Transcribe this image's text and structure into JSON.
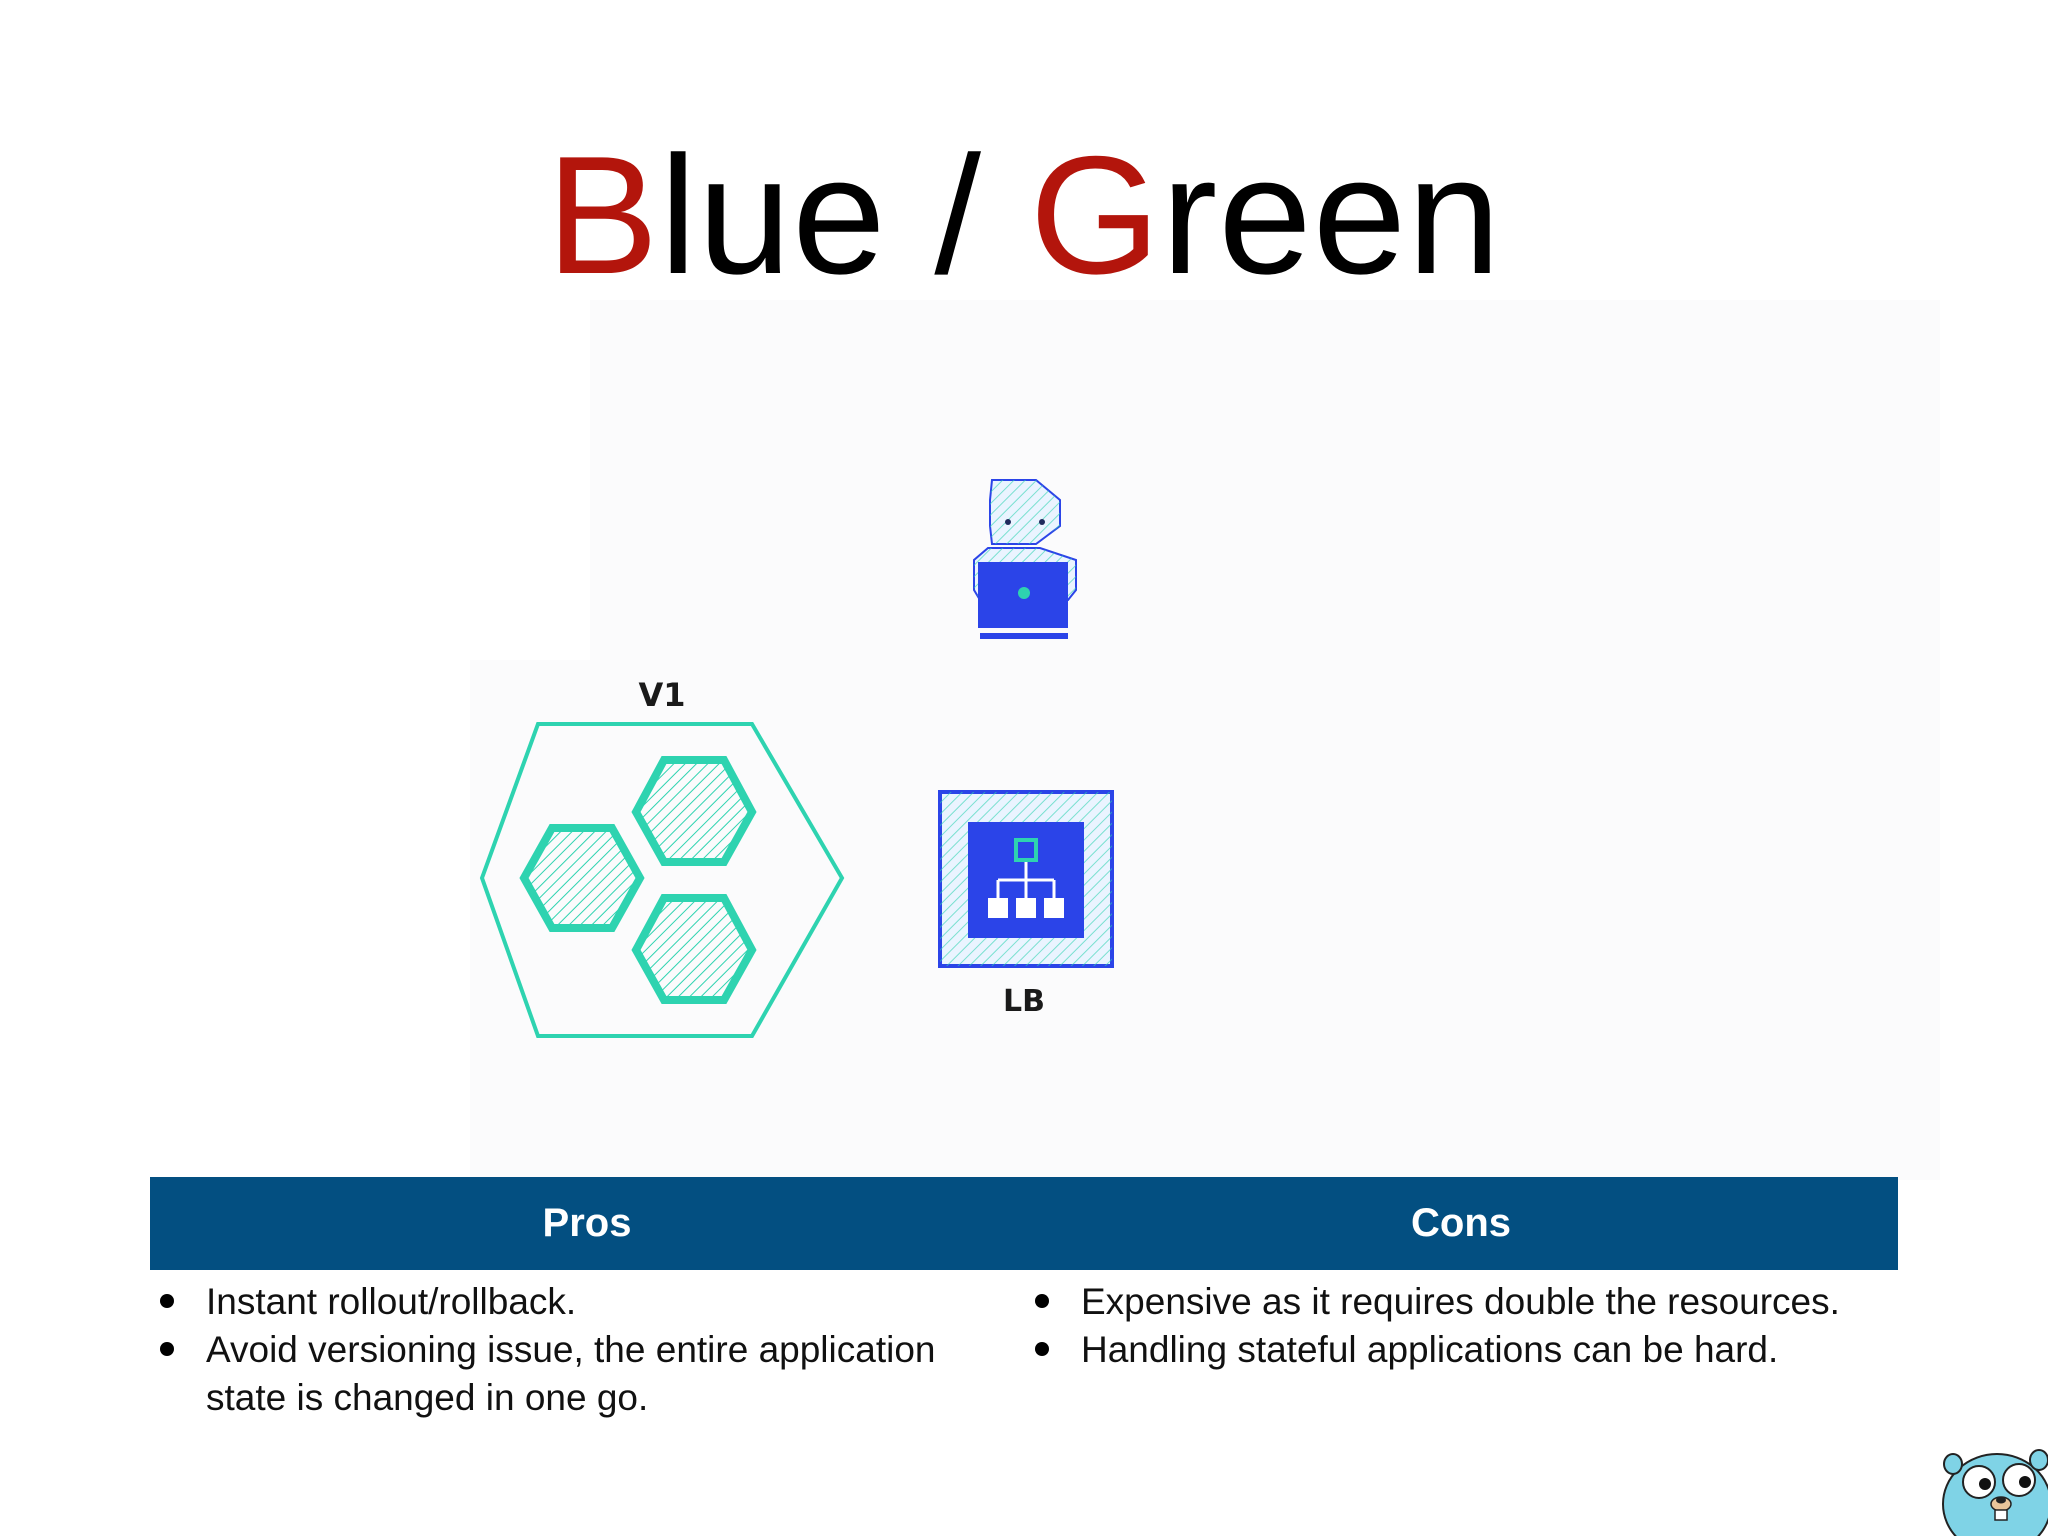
{
  "slide": {
    "title_parts": [
      "B",
      "lue / ",
      "G",
      "reen"
    ],
    "title_accent_color": "#b3150c"
  },
  "diagram": {
    "v1_label": "V1",
    "lb_label": "LB",
    "icons": [
      "user-with-laptop-icon",
      "hexagon-cluster-icon",
      "load-balancer-icon"
    ],
    "teal_color": "#2ed3b0",
    "blue_color": "#2b44e8"
  },
  "table": {
    "header_color": "#034f81",
    "pros_header": "Pros",
    "cons_header": "Cons",
    "pros": [
      "Instant rollout/rollback.",
      "Avoid versioning issue, the entire application state is changed in one go."
    ],
    "cons": [
      "Expensive as it requires double the resources.",
      "Handling stateful applications can be hard."
    ]
  },
  "mascot": "gopher-icon"
}
